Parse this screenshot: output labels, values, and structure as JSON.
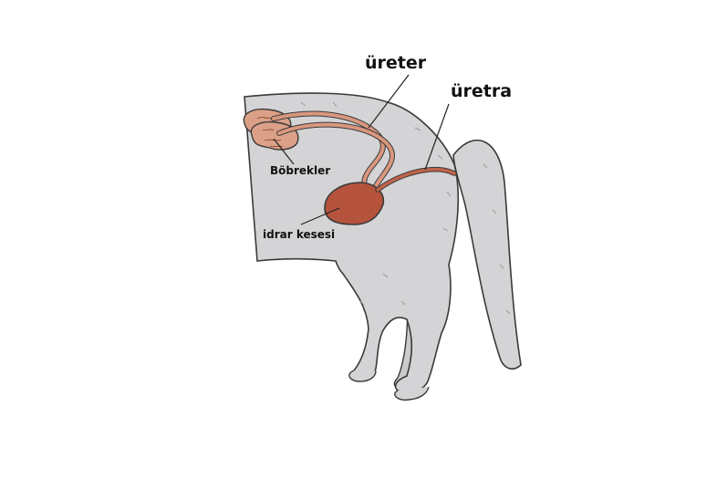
{
  "diagram": {
    "labels": {
      "ureter": "üreter",
      "uretra": "üretra",
      "kidneys": "Böbrekler",
      "bladder": "idrar kesesi"
    },
    "colors": {
      "body_fill": "#d4d4d6",
      "outline": "#3a3a3a",
      "kidney_fill": "#dca088",
      "bladder_fill": "#b5533c",
      "tube_fill": "#d9977e",
      "leader_line": "#222222"
    }
  }
}
